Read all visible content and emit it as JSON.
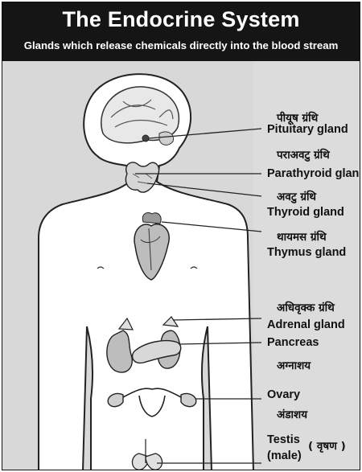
{
  "header": {
    "title": "The Endocrine System",
    "subtitle": "Glands which release chemicals directly into the blood stream"
  },
  "labels": {
    "pituitary_hi": "पीयूष ग्रंथि",
    "pituitary_en": "Pituitary gland",
    "parathyroid_hi": "पराअवटु ग्रंथि",
    "parathyroid_en": "Parathyroid gland",
    "thyroid_hi": "अवटु ग्रंथि",
    "thyroid_en": "Thyroid gland",
    "thymus_hi": "थायमस ग्रंथि",
    "thymus_en": "Thymus gland",
    "adrenal_hi": "अधिवृक्क ग्रंथि",
    "adrenal_en": "Adrenal gland",
    "pancreas_en": "Pancreas",
    "pancreas_hi": "अग्नाशय",
    "ovary_en": "Ovary",
    "ovary_hi": "अंडाशय",
    "testis_en": "Testis",
    "testis_male": "(male)",
    "testis_hi": "( वृषण )"
  },
  "colors": {
    "header_bg": "#151515",
    "body_bg": "#d8d8d8",
    "figure_fill": "#ffffff",
    "line": "#222222"
  }
}
